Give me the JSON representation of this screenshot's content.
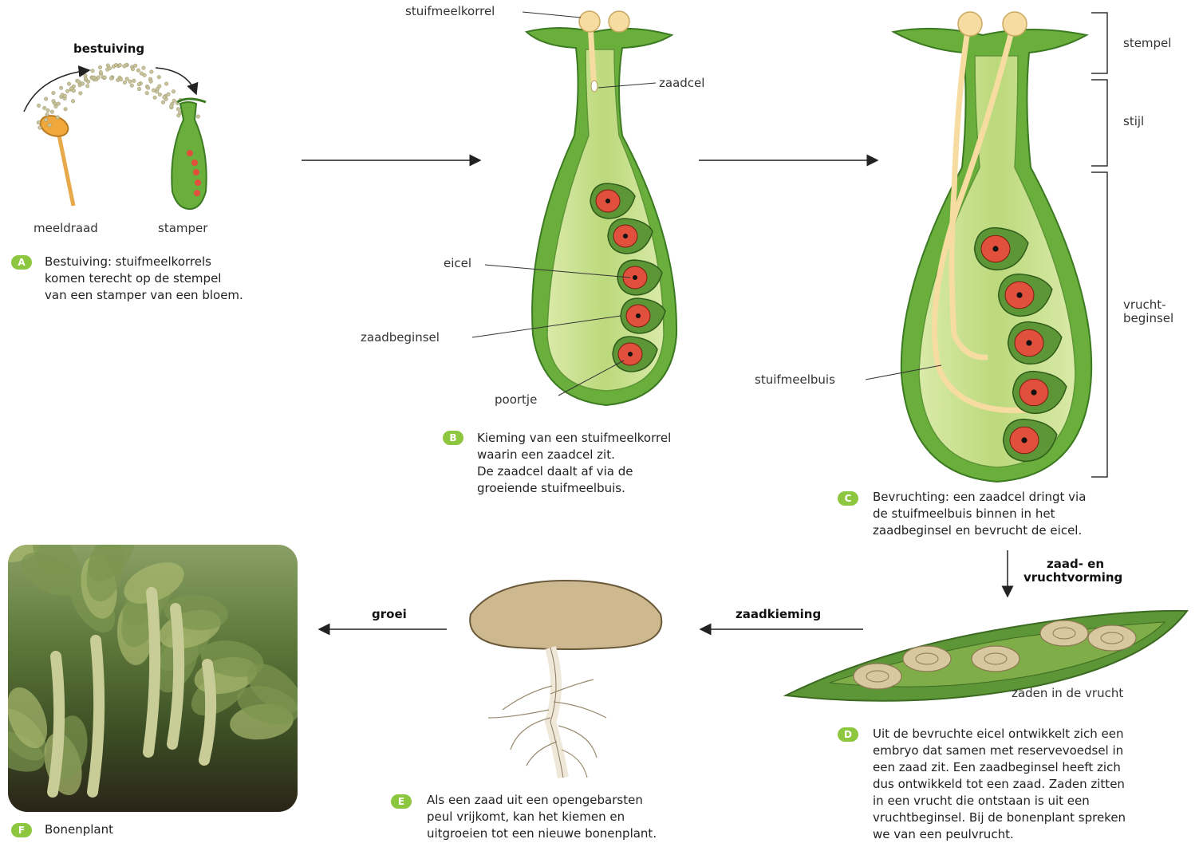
{
  "labels": {
    "bestuiving": "bestuiving",
    "meeldraad": "meeldraad",
    "stamper": "stamper",
    "stuifmeelkorrel": "stuifmeelkorrel",
    "zaadcel": "zaadcel",
    "eicel": "eicel",
    "zaadbeginsel": "zaadbeginsel",
    "poortje": "poortje",
    "stempel": "stempel",
    "stijl": "stijl",
    "vruchtbeginsel_1": "vrucht-",
    "vruchtbeginsel_2": "beginsel",
    "stuifmeelbuis": "stuifmeelbuis",
    "zaad_en_1": "zaad- en",
    "zaad_en_2": "vruchtvorming",
    "zaadkieming": "zaadkieming",
    "groei": "groei",
    "zaden_in_vrucht": "zaden in de vrucht"
  },
  "captions": {
    "A": {
      "badge": "A",
      "lines": [
        "Bestuiving: stuifmeelkorrels",
        "komen terecht op de stempel",
        "van een stamper van een bloem."
      ]
    },
    "B": {
      "badge": "B",
      "lines": [
        "Kieming van een stuifmeelkorrel",
        "waarin een zaadcel zit.",
        "De zaadcel daalt af via de",
        "groeiende stuifmeelbuis."
      ]
    },
    "C": {
      "badge": "C",
      "lines": [
        "Bevruchting: een zaadcel dringt via",
        "de stuifmeelbuis binnen in het",
        "zaadbeginsel en bevrucht de eicel."
      ]
    },
    "D": {
      "badge": "D",
      "lines": [
        "Uit de bevruchte eicel ontwikkelt zich een",
        "embryo dat samen met reservevoedsel in",
        "een zaad zit. Een zaadbeginsel heeft zich",
        "dus ontwikkeld tot een zaad. Zaden zitten",
        "in een vrucht die ontstaan is uit een",
        "vruchtbeginsel. Bij de bonenplant spreken",
        "we van een peulvrucht."
      ]
    },
    "E": {
      "badge": "E",
      "lines": [
        "Als een zaad uit een opengebarsten",
        "peul vrijkomt, kan het kiemen en",
        "uitgroeien tot een nieuwe bonenplant."
      ]
    },
    "F": {
      "badge": "F",
      "lines": [
        "Bonenplant"
      ]
    }
  },
  "colors": {
    "pistil_green": "#6aae3c",
    "pistil_light": "#cfe39a",
    "ovule_red": "#e0503c",
    "pollen": "#f6dca0",
    "stamen": "#e8a94a",
    "seed": "#cdb890",
    "pod": "#5d9636"
  }
}
